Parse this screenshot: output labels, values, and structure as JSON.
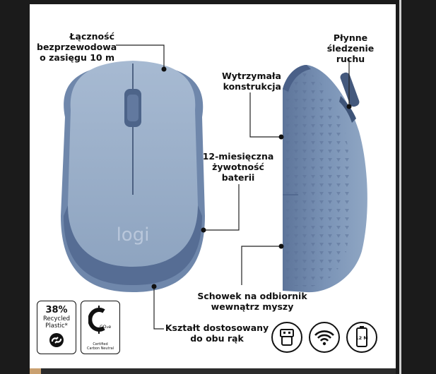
{
  "labels": {
    "wireless": [
      "Łączność",
      "bezprzewodowa",
      "o zasięgu 10 m"
    ],
    "tracking": [
      "Płynne",
      "śledzenie",
      "ruchu"
    ],
    "durable": [
      "Wytrzymała",
      "konstrukcja"
    ],
    "battery": [
      "12-miesięczna",
      "żywotność",
      "baterii"
    ],
    "receiver": [
      "Schowek na odbiornik",
      "wewnątrz myszy"
    ],
    "shape": [
      "Kształt dostosowany",
      "do obu rąk"
    ]
  },
  "logo_text": "logi",
  "badges": {
    "recycled": {
      "percent": "38%",
      "line1": "Recycled",
      "line2": "Plastic*"
    },
    "carbon": {
      "unit": "CO₂e",
      "line1": "Certified",
      "line2": "Carbon Neutral"
    }
  },
  "icons": {
    "battery_label": "12 M",
    "names": [
      "usb-receiver-icon",
      "wifi-icon",
      "battery-12m-icon"
    ]
  },
  "colors": {
    "mouse_body": "#8fa5c0",
    "mouse_shell": "#6f87ab",
    "mouse_dark": "#52698f",
    "callout_line": "#222222"
  }
}
